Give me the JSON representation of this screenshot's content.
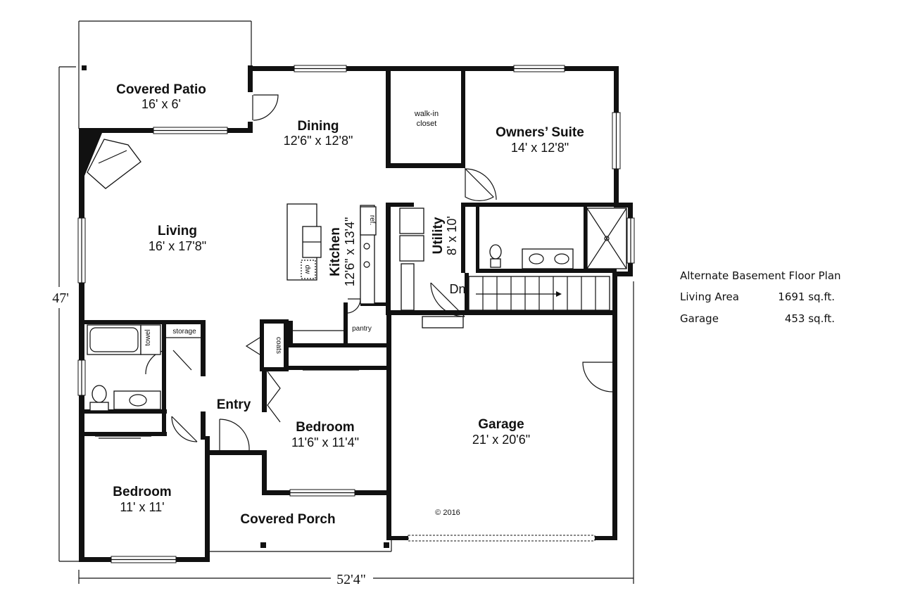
{
  "rooms": {
    "covered_patio": {
      "name": "Covered Patio",
      "dims": "16' x 6'"
    },
    "dining": {
      "name": "Dining",
      "dims": "12'6\" x 12'8\""
    },
    "walk_in_closet": {
      "line1": "walk-in",
      "line2": "closet"
    },
    "owners_suite": {
      "name": "Owners’ Suite",
      "dims": "14' x 12'8\""
    },
    "living": {
      "name": "Living",
      "dims": "16' x 17'8\""
    },
    "kitchen": {
      "name": "Kitchen",
      "dims": "12'6\" x 13'4\""
    },
    "utility": {
      "name": "Utility",
      "dims": "8' x 10'"
    },
    "entry": {
      "name": "Entry"
    },
    "bedroom_mid": {
      "name": "Bedroom",
      "dims": "11'6\" x 11'4\""
    },
    "bedroom_left": {
      "name": "Bedroom",
      "dims": "11' x 11'"
    },
    "garage": {
      "name": "Garage",
      "dims": "21' x 20'6\""
    },
    "covered_porch": {
      "name": "Covered Porch"
    }
  },
  "labels": {
    "ref": "ref.",
    "dw": "dw",
    "pantry": "pantry",
    "coats": "coats",
    "towel": "towel",
    "storage": "storage",
    "stairs_down": "Dn",
    "copyright": "© 2016"
  },
  "dimensions": {
    "width": "52'4\"",
    "depth": "47'"
  },
  "legend": {
    "title": "Alternate Basement Floor Plan",
    "rows": [
      {
        "label": "Living Area",
        "value": "1691 sq.ft."
      },
      {
        "label": "Garage",
        "value": "453 sq.ft."
      }
    ]
  }
}
